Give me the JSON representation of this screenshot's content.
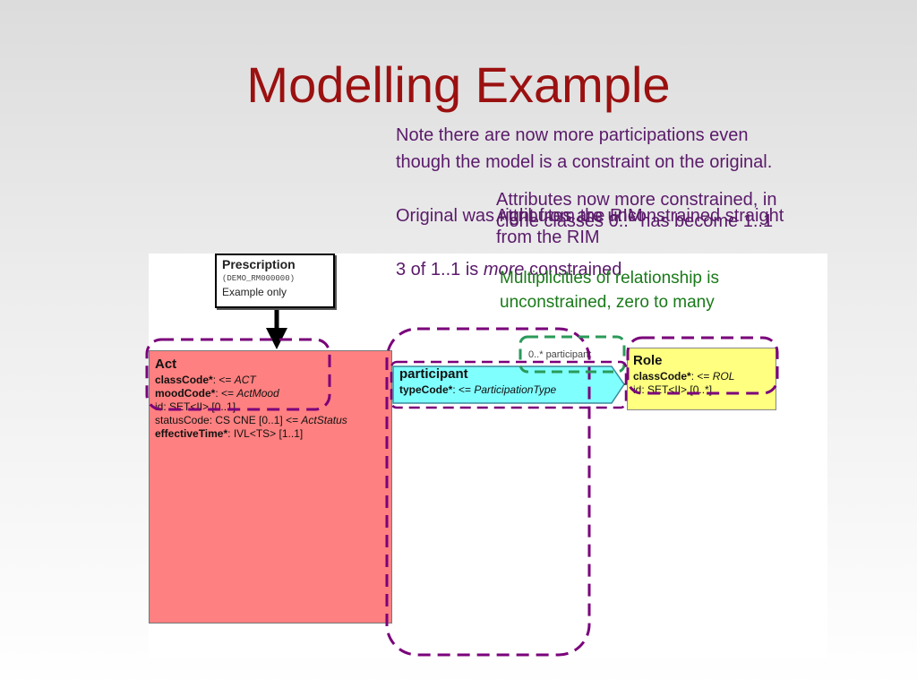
{
  "title": "Modelling Example",
  "note": {
    "line1": "Note there are now more participations even though the model is a constraint on the original.",
    "line2": "Original was right from the RIM",
    "line3_prefix": "3 of 1..1 is ",
    "line3_em": "more",
    "line3_suffix": " constrained"
  },
  "annotations": {
    "attributes_more": "Attributes now more constrained, in clone classes 0..* has become 1..1",
    "attributes_un": "Attributes are unconstrained straight from the RIM",
    "multiplicities": "Multiplicities of relationship is unconstrained, zero to many"
  },
  "prescription": {
    "title": "Prescription",
    "id": "(DEMO_RM000000)",
    "note": "Example only"
  },
  "act": {
    "title": "Act",
    "classCode_label": "classCode*",
    "classCode_sep": ": <= ",
    "classCode_value": "ACT",
    "moodCode_label": "moodCode*",
    "moodCode_sep": ": <= ",
    "moodCode_value": "ActMood",
    "id_line": "id: SET<II> [0..1]",
    "statusCode_prefix": "statusCode: CS CNE [0..1] <= ",
    "statusCode_value": "ActStatus",
    "effectiveTime_label": "effectiveTime*",
    "effectiveTime_rest": ": IVL<TS> [1..1]"
  },
  "participant": {
    "title": "participant",
    "typeCode_label": "typeCode*",
    "typeCode_sep": ": <= ",
    "typeCode_value": "ParticipationType",
    "multiplicity": "0..* participant"
  },
  "role": {
    "title": "Role",
    "classCode_label": "classCode*",
    "classCode_sep": ": <= ",
    "classCode_value": "ROL",
    "id_line": "id: SET<II> [0..*]"
  },
  "colors": {
    "title": "#9b1010",
    "note_text": "#5a1a6a",
    "green_text": "#1a7a1a",
    "act_fill": "#ff8080",
    "role_fill": "#ffff80",
    "participant_fill": "#80ffff",
    "purple_dash": "#7a007a",
    "green_dash": "#2a9a5a"
  }
}
